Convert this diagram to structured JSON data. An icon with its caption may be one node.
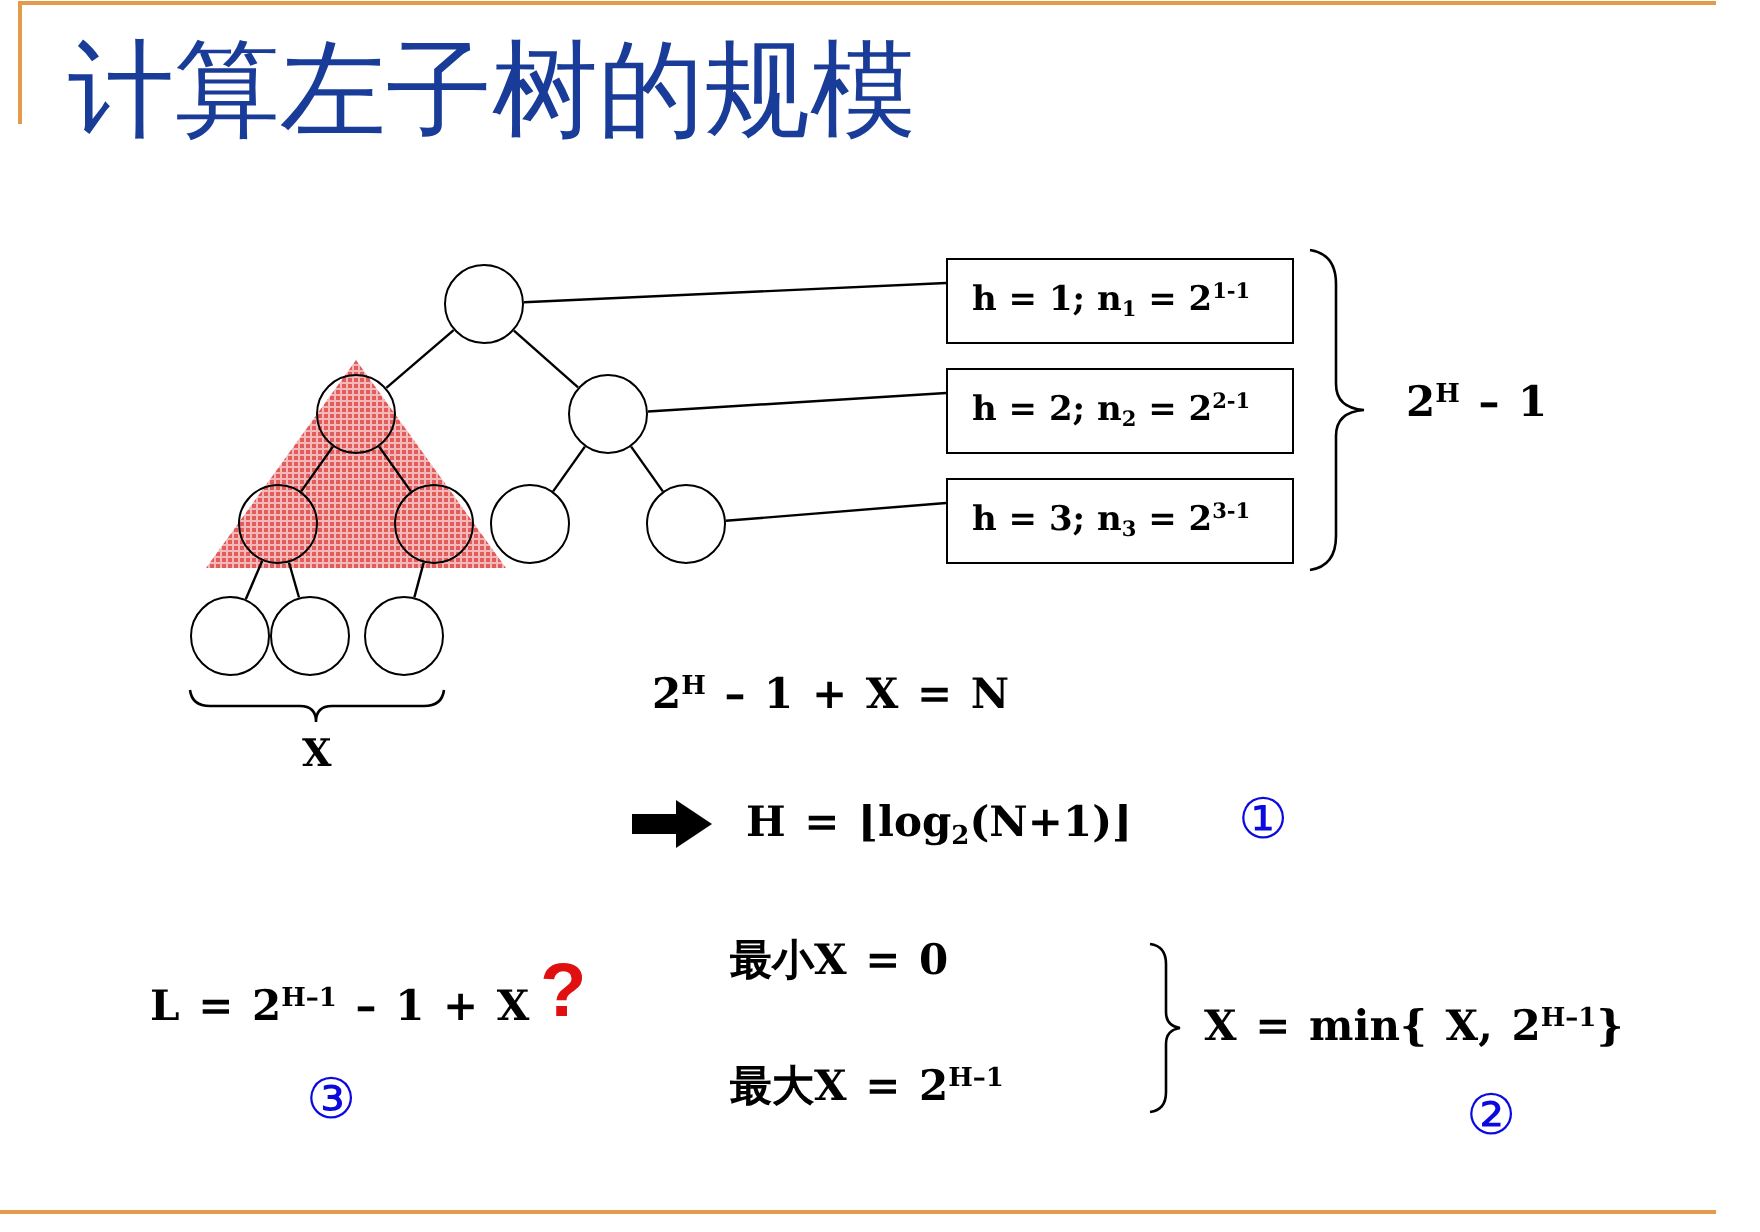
{
  "diagram": {
    "title": "计算左子树的规模",
    "nodes": [
      {
        "text": [],
        "shape": "circle"
      },
      {
        "text": [],
        "shape": "circle"
      },
      {
        "text": [],
        "shape": "circle"
      },
      {
        "text": [],
        "shape": "circle"
      },
      {
        "text": [],
        "shape": "circle"
      },
      {
        "text": [],
        "shape": "circle"
      },
      {
        "text": [],
        "shape": "circle"
      },
      {
        "text": [],
        "shape": "circle"
      },
      {
        "text": [],
        "shape": "circle"
      },
      {
        "text": [],
        "shape": "circle"
      },
      {
        "text": [
          "h = 1; n$_{1}$ = 2$^{1-1}$"
        ]
      },
      {
        "text": [
          "h = 2; n$_{2}$ = 2$^{2-1}$"
        ]
      },
      {
        "text": [
          "h = 3; n$_{3}$ = 2$^{3-1}$"
        ]
      }
    ],
    "edges": [
      {
        "from": 0,
        "to": 1,
        "arrow": "none"
      },
      {
        "from": 0,
        "to": 2,
        "arrow": "none"
      },
      {
        "from": 1,
        "to": 3,
        "arrow": "none"
      },
      {
        "from": 1,
        "to": 4,
        "arrow": "none"
      },
      {
        "from": 2,
        "to": 5,
        "arrow": "none"
      },
      {
        "from": 2,
        "to": 6,
        "arrow": "none"
      },
      {
        "from": 3,
        "to": 7,
        "arrow": "none"
      },
      {
        "from": 3,
        "to": 8,
        "arrow": "none"
      },
      {
        "from": 4,
        "to": 9,
        "arrow": "none"
      },
      {
        "from": 0,
        "to": 10,
        "arrow": "none"
      },
      {
        "from": 2,
        "to": 11,
        "arrow": "none"
      },
      {
        "from": 6,
        "to": 12,
        "arrow": "none"
      }
    ],
    "labels": [
      "2$^{H}$ – 1",
      "2$^{H}$ – 1 + X = N",
      "X",
      "H = ⌊log$_{2}$(N+1)⌋",
      "①",
      "最小X = 0",
      "L = 2$^{H–1}$ – 1 + X",
      "?",
      "X = min{ X, 2$^{H–1}$}",
      "最大X = 2$^{H–1}$",
      "③",
      "②"
    ]
  }
}
